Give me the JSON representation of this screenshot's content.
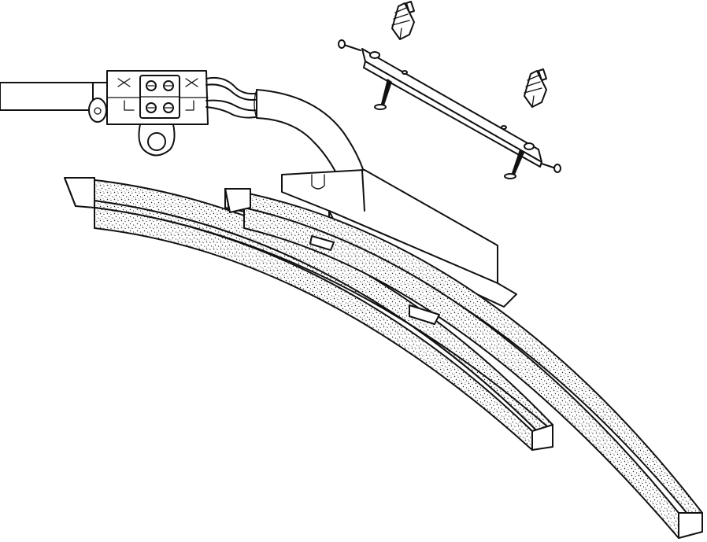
{
  "diagram": {
    "type": "assembly-illustration",
    "background": "#ffffff",
    "line_color": "#111111",
    "texture_fill": "#ffffff",
    "parts": [
      {
        "id": "power-cable",
        "icon": "cable"
      },
      {
        "id": "terminal-block",
        "icon": "connector"
      },
      {
        "id": "wire-bundle",
        "icon": "wires"
      },
      {
        "id": "mounting-bracket",
        "icon": "bracket"
      },
      {
        "id": "wall-plug",
        "count": 2,
        "icon": "anchor"
      },
      {
        "id": "wood-screw",
        "count": 2,
        "icon": "screw"
      },
      {
        "id": "machine-screw",
        "count": 2,
        "icon": "bolt"
      },
      {
        "id": "driver-box",
        "icon": "housing"
      },
      {
        "id": "curved-led-bar",
        "count": 2,
        "icon": "light-bar"
      }
    ]
  }
}
